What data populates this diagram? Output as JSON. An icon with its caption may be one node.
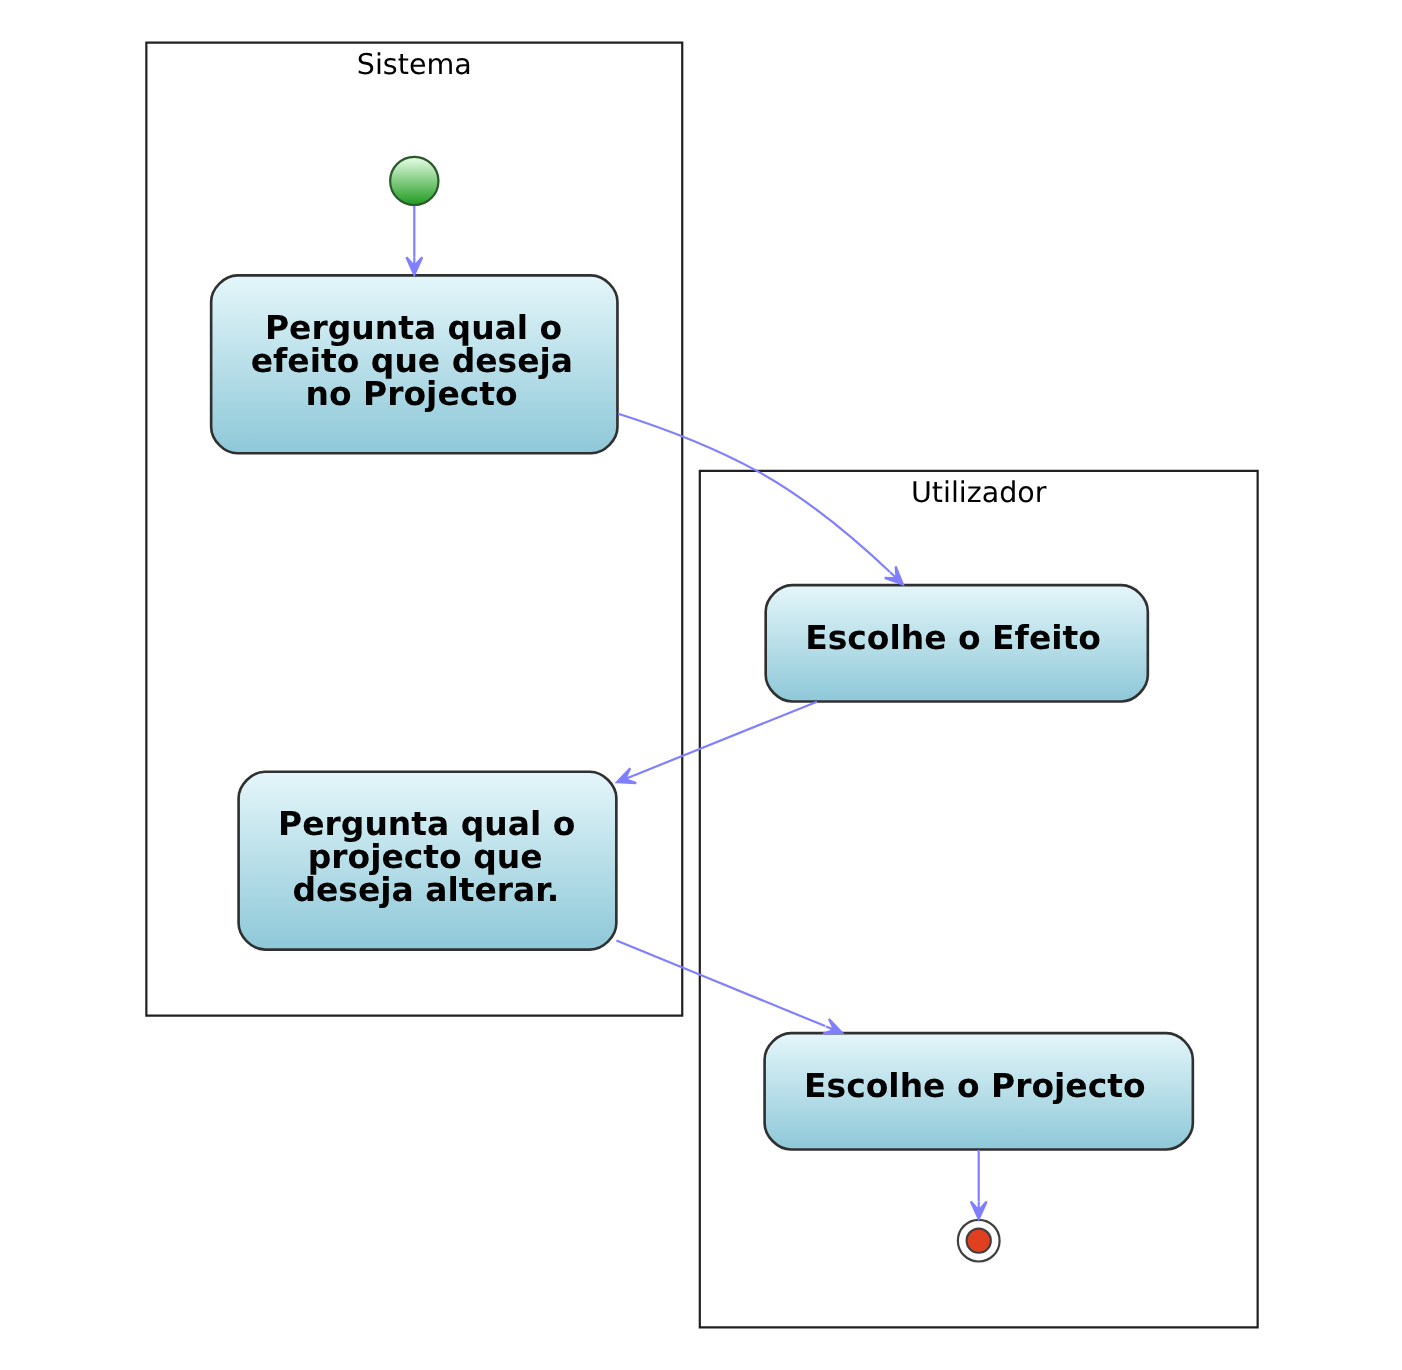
{
  "diagram": {
    "nodes": [
      {
        "text": [
          "Utilizador"
        ]
      },
      {
        "text": [
          "Sistema"
        ]
      },
      {
        "text": [],
        "shape": "circle",
        "in": 1
      },
      {
        "text": [
          "Pergunta qual o efeito que deseja no Projecto"
        ],
        "in": 1
      },
      {
        "text": [
          "Escolhe o Efeito"
        ],
        "in": 0
      },
      {
        "text": [
          "Pergunta qual o projecto que deseja alterar."
        ],
        "in": 1
      },
      {
        "text": [
          "Escolhe o Projecto"
        ],
        "in": 0
      },
      {
        "text": [],
        "shape": "circle",
        "in": 0
      }
    ],
    "edges": [
      {
        "from": 2,
        "to": 3,
        "arrow": "to"
      },
      {
        "from": 3,
        "to": 4,
        "arrow": "to"
      },
      {
        "from": 4,
        "to": 5,
        "arrow": "to"
      },
      {
        "from": 5,
        "to": 6,
        "arrow": "to"
      },
      {
        "from": 6,
        "to": 7,
        "arrow": "to"
      }
    ]
  }
}
